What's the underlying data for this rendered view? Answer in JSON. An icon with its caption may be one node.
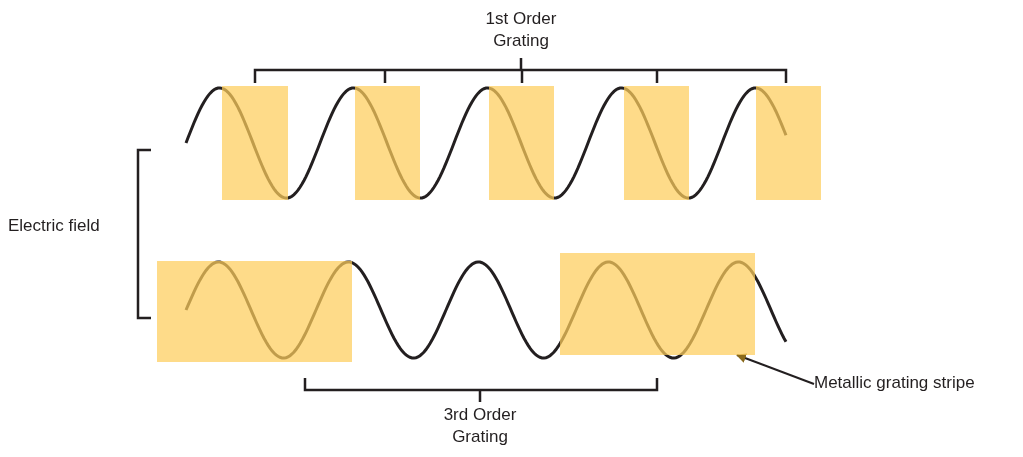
{
  "diagram": {
    "nodes": [
      {
        "text": [],
        "shape": "box"
      },
      {
        "text": [],
        "shape": "box"
      },
      {
        "text": [],
        "shape": "box"
      },
      {
        "text": [],
        "shape": "box"
      },
      {
        "text": [],
        "shape": "box"
      },
      {
        "text": [],
        "shape": "box"
      },
      {
        "text": [],
        "shape": "box"
      },
      {
        "text": [
          "Metallic grating stripe"
        ]
      }
    ],
    "edges": [
      {
        "from": 7,
        "to": 6,
        "arrow": "to"
      }
    ],
    "labels": [
      "1st Order Grating",
      "Electric field",
      "3rd Order Grating"
    ]
  }
}
